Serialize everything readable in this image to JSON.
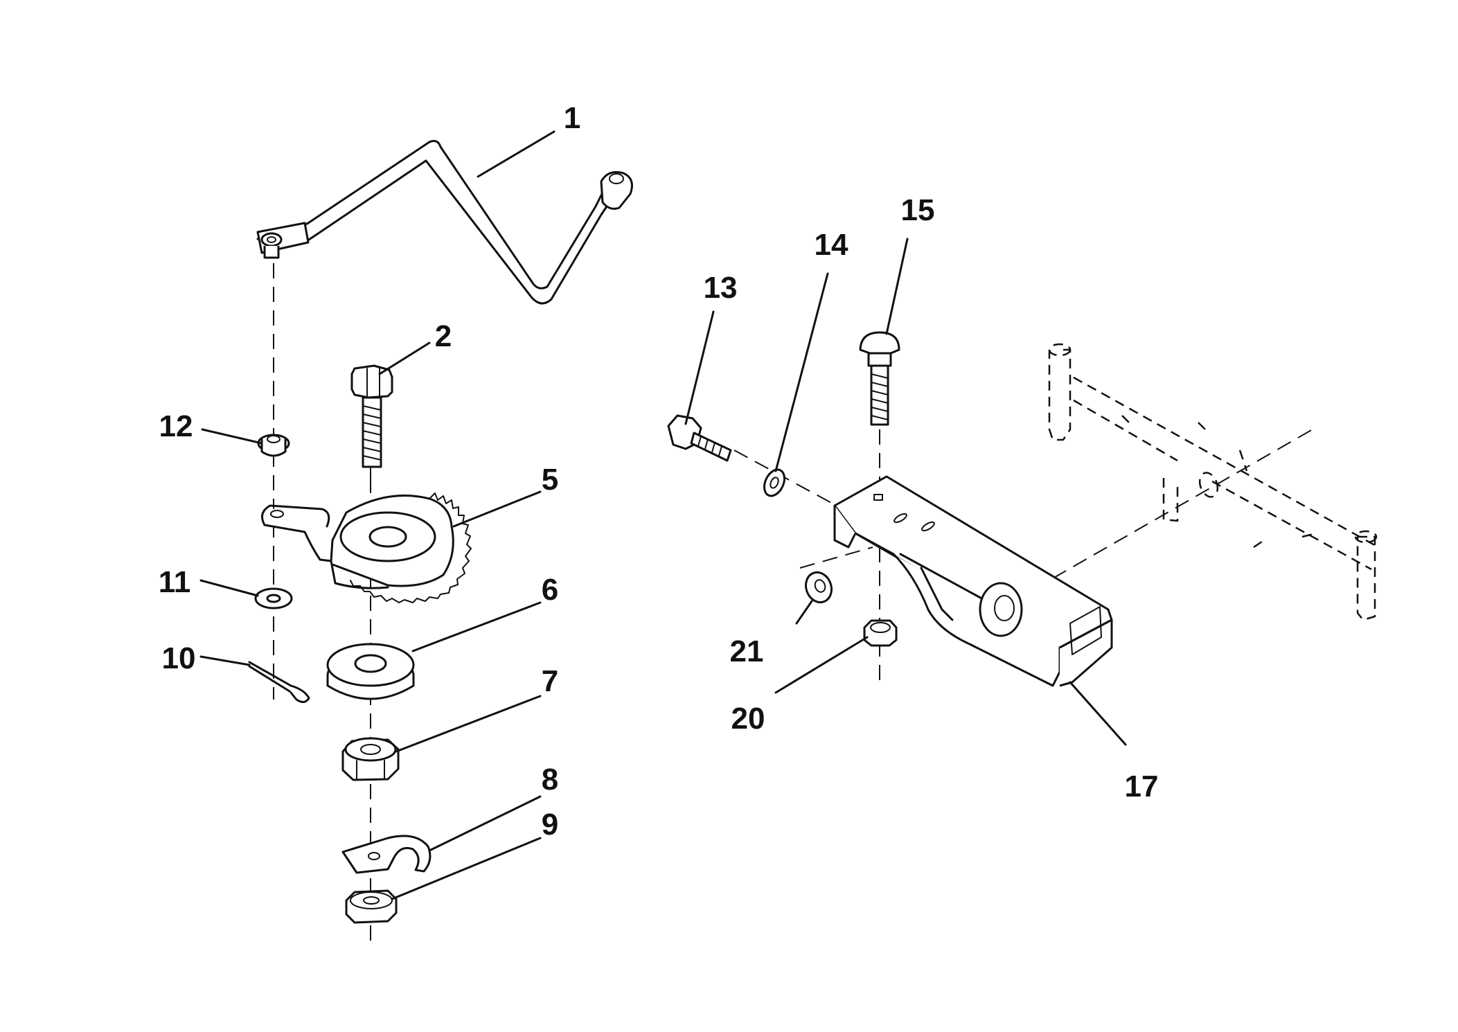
{
  "figure": {
    "callouts": [
      {
        "id": "1",
        "label": "1"
      },
      {
        "id": "2",
        "label": "2"
      },
      {
        "id": "5",
        "label": "5"
      },
      {
        "id": "6",
        "label": "6"
      },
      {
        "id": "7",
        "label": "7"
      },
      {
        "id": "8",
        "label": "8"
      },
      {
        "id": "9",
        "label": "9"
      },
      {
        "id": "10",
        "label": "10"
      },
      {
        "id": "11",
        "label": "11"
      },
      {
        "id": "12",
        "label": "12"
      },
      {
        "id": "13",
        "label": "13"
      },
      {
        "id": "14",
        "label": "14"
      },
      {
        "id": "15",
        "label": "15"
      },
      {
        "id": "17",
        "label": "17"
      },
      {
        "id": "20",
        "label": "20"
      },
      {
        "id": "21",
        "label": "21"
      }
    ]
  }
}
